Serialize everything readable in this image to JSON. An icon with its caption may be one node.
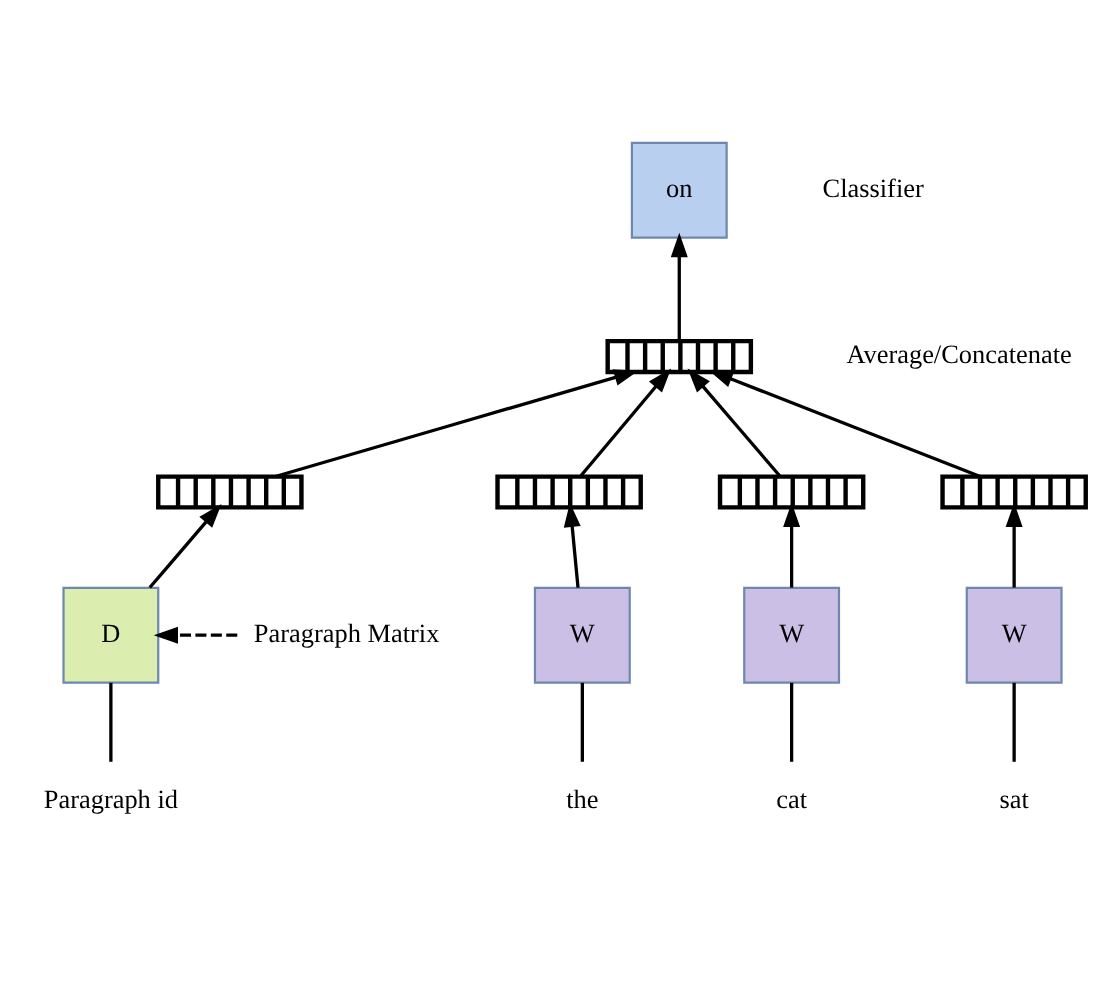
{
  "diagram": {
    "nodes": [
      {
        "text": [
          "on"
        ]
      },
      {
        "text": [],
        "shape": "bar"
      },
      {
        "text": [],
        "shape": "bar"
      },
      {
        "text": [],
        "shape": "bar"
      },
      {
        "text": [],
        "shape": "bar"
      },
      {
        "text": [],
        "shape": "bar"
      },
      {
        "text": [
          "D"
        ]
      },
      {
        "text": [
          "W"
        ]
      },
      {
        "text": [
          "W"
        ]
      },
      {
        "text": [
          "W"
        ]
      },
      {
        "text": [
          "Paragraph id"
        ]
      },
      {
        "text": [
          "the"
        ]
      },
      {
        "text": [
          "cat"
        ]
      },
      {
        "text": [
          "sat"
        ]
      },
      {
        "text": [
          "Paragraph Matrix"
        ]
      }
    ],
    "edges": [
      {
        "from": 1,
        "to": 0,
        "arrow": "to"
      },
      {
        "from": 2,
        "to": 1,
        "arrow": "to"
      },
      {
        "from": 3,
        "to": 1,
        "arrow": "to"
      },
      {
        "from": 4,
        "to": 1,
        "arrow": "to"
      },
      {
        "from": 5,
        "to": 1,
        "arrow": "to"
      },
      {
        "from": 6,
        "to": 2,
        "arrow": "to"
      },
      {
        "from": 7,
        "to": 3,
        "arrow": "to"
      },
      {
        "from": 8,
        "to": 4,
        "arrow": "to"
      },
      {
        "from": 9,
        "to": 5,
        "arrow": "to"
      },
      {
        "from": 10,
        "to": 6,
        "arrow": "none"
      },
      {
        "from": 11,
        "to": 7,
        "arrow": "none"
      },
      {
        "from": 12,
        "to": 8,
        "arrow": "none"
      },
      {
        "from": 13,
        "to": 9,
        "arrow": "none"
      },
      {
        "from": 14,
        "to": 6,
        "arrow": "to",
        "style": "dashed"
      }
    ],
    "labels": [
      "Classifier",
      "Average/Concatenate"
    ]
  }
}
